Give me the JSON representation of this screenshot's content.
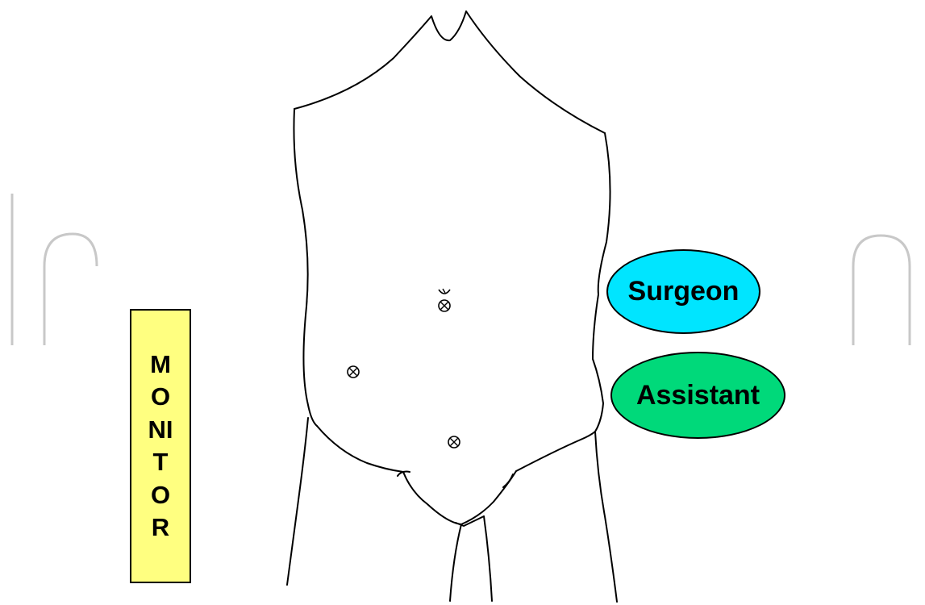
{
  "monitor": {
    "label": "MONITOR",
    "fill": "#ffff80"
  },
  "staff": {
    "surgeon": {
      "label": "Surgeon",
      "fill": "#00e5ff"
    },
    "assistant": {
      "label": "Assistant",
      "fill": "#00d97a"
    }
  },
  "ports": [
    {
      "name": "umbilical-port-icon"
    },
    {
      "name": "right-lower-port-icon"
    },
    {
      "name": "suprapubic-port-icon"
    }
  ],
  "colors": {
    "outline": "#000000",
    "watermark": "#c8c8c8",
    "background": "#ffffff"
  }
}
